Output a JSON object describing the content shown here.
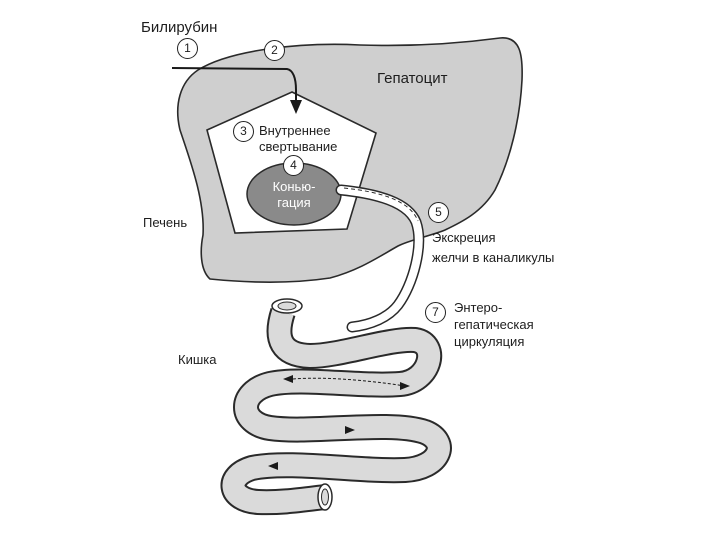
{
  "labels": {
    "bilirubin": "Билирубин",
    "hepatocyte": "Гепатоцит",
    "liver": "Печень",
    "internal_line1": "Внутреннее",
    "internal_line2": "свертывание",
    "conjugation_line1": "Конью-",
    "conjugation_line2": "гация",
    "excretion_line1": "Экскреция",
    "excretion_line2": "желчи в каналикулы",
    "entero_line1": "Энтеро-",
    "entero_line2": "гепатическая",
    "entero_line3": "циркуляция",
    "intestine": "Кишка"
  },
  "markers": {
    "m1": "1",
    "m2": "2",
    "m3": "3",
    "m4": "4",
    "m5": "5",
    "m7": "7"
  },
  "colors": {
    "organ_fill": "#cfcfcf",
    "pentagon_fill": "#ffffff",
    "conjugation_fill": "#8a8a8a",
    "outline": "#2a2a2a"
  }
}
